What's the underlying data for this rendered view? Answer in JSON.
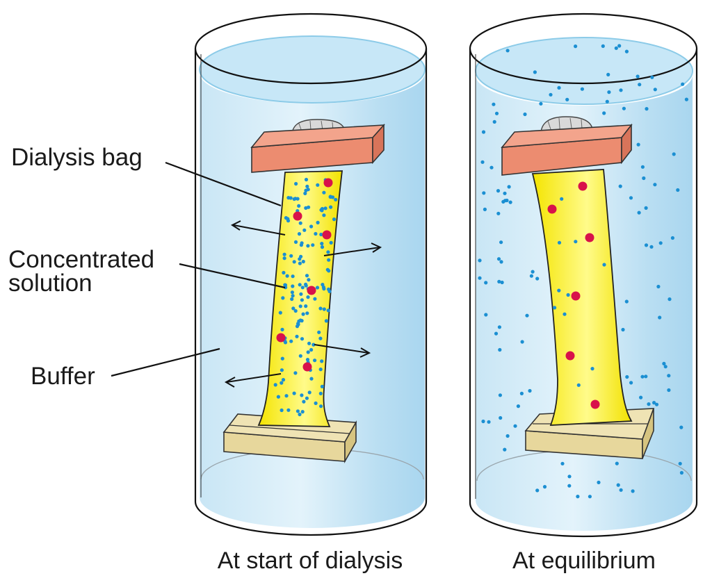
{
  "labels": {
    "dialysis_bag": "Dialysis bag",
    "concentrated_line1": "Concentrated",
    "concentrated_line2": "solution",
    "buffer": "Buffer"
  },
  "captions": {
    "start": "At start of dialysis",
    "equilibrium": "At equilibrium"
  },
  "colors": {
    "buffer_fill": "#cfeaf7",
    "buffer_edge": "#7fc6e6",
    "bag_yellow": "#fff200",
    "clamp_top": "#ee8f74",
    "clamp_bottom": "#e9dba0",
    "small_molecule": "#1b8fd2",
    "macromolecule": "#d8124a"
  }
}
